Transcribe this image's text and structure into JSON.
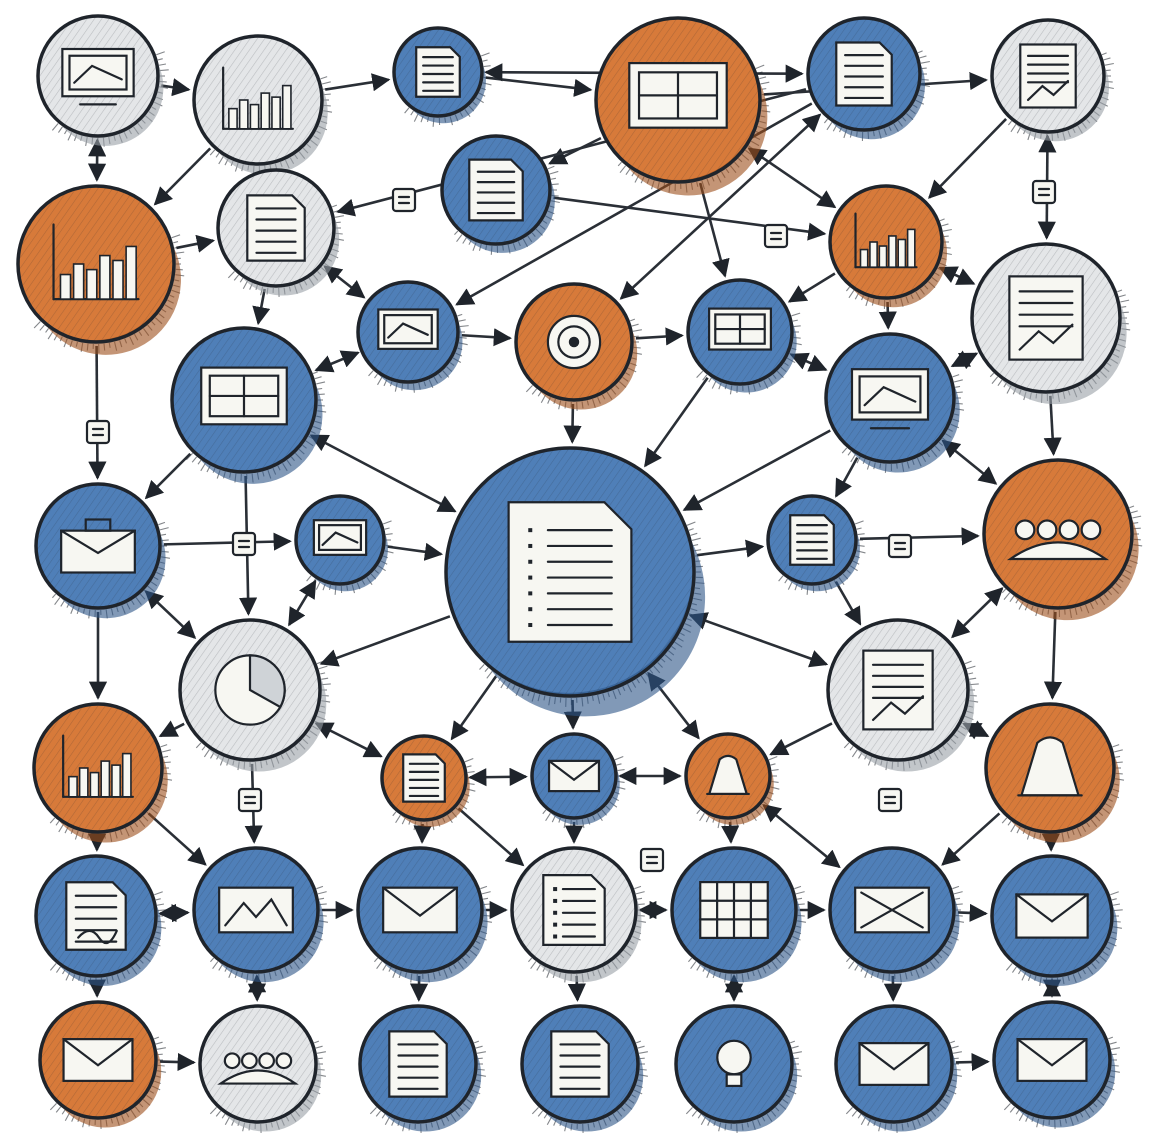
{
  "colors": {
    "blue": "#4f7fb8",
    "blue_dark": "#2d5587",
    "orange": "#d77a3a",
    "orange_dark": "#9c4e1b",
    "grey": "#e4e6e8",
    "grey_dark": "#9aa0a6",
    "ink": "#1f242b",
    "paper": "#f7f7f2"
  },
  "nodes": [
    {
      "id": "n1",
      "label": "",
      "icon": "monitor-icon",
      "color": "grey"
    },
    {
      "id": "n2",
      "label": "",
      "icon": "bar-chart-icon",
      "color": "grey"
    },
    {
      "id": "n3",
      "label": "",
      "icon": "document-icon",
      "color": "blue"
    },
    {
      "id": "n4",
      "label": "",
      "icon": "windows-icon",
      "color": "orange"
    },
    {
      "id": "n5",
      "label": "",
      "icon": "document-icon",
      "color": "blue"
    },
    {
      "id": "n6",
      "label": "",
      "icon": "report-icon",
      "color": "grey"
    },
    {
      "id": "n7",
      "label": "",
      "icon": "bar-chart-icon",
      "color": "orange"
    },
    {
      "id": "n8",
      "label": "",
      "icon": "document-icon",
      "color": "grey"
    },
    {
      "id": "n9",
      "label": "",
      "icon": "document-icon",
      "color": "blue"
    },
    {
      "id": "n10",
      "label": "",
      "icon": "bar-chart-icon",
      "color": "orange"
    },
    {
      "id": "n11",
      "label": "",
      "icon": "report-icon",
      "color": "grey"
    },
    {
      "id": "n12",
      "label": "",
      "icon": "book-icon",
      "color": "blue"
    },
    {
      "id": "n13",
      "label": "",
      "icon": "target-icon",
      "color": "orange"
    },
    {
      "id": "n14",
      "label": "",
      "icon": "form-icon",
      "color": "blue"
    },
    {
      "id": "n15",
      "label": "",
      "icon": "dashboard-icon",
      "color": "blue"
    },
    {
      "id": "n16",
      "label": "",
      "icon": "monitor-icon",
      "color": "blue"
    },
    {
      "id": "n17",
      "label": "",
      "icon": "briefcase-icon",
      "color": "blue"
    },
    {
      "id": "n18",
      "label": "",
      "icon": "tablet-icon",
      "color": "blue"
    },
    {
      "id": "n19",
      "label": "",
      "icon": "central-document-icon",
      "color": "blue"
    },
    {
      "id": "n20",
      "label": "",
      "icon": "document-icon",
      "color": "blue"
    },
    {
      "id": "n21",
      "label": "",
      "icon": "mountains-icon",
      "color": "orange"
    },
    {
      "id": "n22",
      "label": "",
      "icon": "pie-chart-icon",
      "color": "grey"
    },
    {
      "id": "n23",
      "label": "",
      "icon": "report-icon",
      "color": "grey"
    },
    {
      "id": "n24",
      "label": "",
      "icon": "bar-chart-icon",
      "color": "orange"
    },
    {
      "id": "n25",
      "label": "",
      "icon": "document-icon",
      "color": "orange"
    },
    {
      "id": "n26",
      "label": "",
      "icon": "envelope-icon",
      "color": "blue"
    },
    {
      "id": "n27",
      "label": "",
      "icon": "cone-icon",
      "color": "orange"
    },
    {
      "id": "n28",
      "label": "",
      "icon": "bell-icon",
      "color": "orange"
    },
    {
      "id": "n29",
      "label": "",
      "icon": "signed-document-icon",
      "color": "blue"
    },
    {
      "id": "n30",
      "label": "",
      "icon": "image-icon",
      "color": "blue"
    },
    {
      "id": "n31",
      "label": "",
      "icon": "envelope-icon",
      "color": "blue"
    },
    {
      "id": "n32",
      "label": "",
      "icon": "checklist-icon",
      "color": "grey"
    },
    {
      "id": "n33",
      "label": "",
      "icon": "grid-table-icon",
      "color": "blue"
    },
    {
      "id": "n34",
      "label": "",
      "icon": "crossed-image-icon",
      "color": "blue"
    },
    {
      "id": "n35",
      "label": "",
      "icon": "envelope-icon",
      "color": "blue"
    },
    {
      "id": "n36",
      "label": "",
      "icon": "envelope-icon",
      "color": "orange"
    },
    {
      "id": "n37",
      "label": "",
      "icon": "people-icon",
      "color": "grey"
    },
    {
      "id": "n38",
      "label": "",
      "icon": "document-icon",
      "color": "blue"
    },
    {
      "id": "n39",
      "label": "",
      "icon": "document-icon",
      "color": "blue"
    },
    {
      "id": "n40",
      "label": "",
      "icon": "lightbulb-icon",
      "color": "blue"
    },
    {
      "id": "n41",
      "label": "",
      "icon": "inbox-icon",
      "color": "blue"
    },
    {
      "id": "n42",
      "label": "",
      "icon": "envelope-icon",
      "color": "blue"
    }
  ],
  "edges": [
    [
      "n1",
      "n7"
    ],
    [
      "n1",
      "n2"
    ],
    [
      "n2",
      "n3"
    ],
    [
      "n2",
      "n8"
    ],
    [
      "n2",
      "n7"
    ],
    [
      "n3",
      "n4"
    ],
    [
      "n3",
      "n5"
    ],
    [
      "n4",
      "n6"
    ],
    [
      "n4",
      "n9"
    ],
    [
      "n4",
      "n10"
    ],
    [
      "n4",
      "n14"
    ],
    [
      "n5",
      "n8"
    ],
    [
      "n5",
      "n13"
    ],
    [
      "n5",
      "n12"
    ],
    [
      "n6",
      "n10"
    ],
    [
      "n6",
      "n11"
    ],
    [
      "n7",
      "n8"
    ],
    [
      "n7",
      "n17"
    ],
    [
      "n8",
      "n12"
    ],
    [
      "n8",
      "n15"
    ],
    [
      "n9",
      "n10"
    ],
    [
      "n10",
      "n11"
    ],
    [
      "n10",
      "n14"
    ],
    [
      "n10",
      "n16"
    ],
    [
      "n11",
      "n16"
    ],
    [
      "n11",
      "n21"
    ],
    [
      "n12",
      "n13"
    ],
    [
      "n12",
      "n15"
    ],
    [
      "n13",
      "n14"
    ],
    [
      "n13",
      "n19"
    ],
    [
      "n14",
      "n16"
    ],
    [
      "n14",
      "n19"
    ],
    [
      "n15",
      "n17"
    ],
    [
      "n15",
      "n19"
    ],
    [
      "n15",
      "n22"
    ],
    [
      "n16",
      "n19"
    ],
    [
      "n16",
      "n21"
    ],
    [
      "n16",
      "n20"
    ],
    [
      "n17",
      "n18"
    ],
    [
      "n17",
      "n22"
    ],
    [
      "n17",
      "n24"
    ],
    [
      "n18",
      "n19"
    ],
    [
      "n18",
      "n22"
    ],
    [
      "n19",
      "n20"
    ],
    [
      "n19",
      "n22"
    ],
    [
      "n19",
      "n23"
    ],
    [
      "n19",
      "n25"
    ],
    [
      "n19",
      "n26"
    ],
    [
      "n19",
      "n27"
    ],
    [
      "n20",
      "n21"
    ],
    [
      "n20",
      "n23"
    ],
    [
      "n21",
      "n23"
    ],
    [
      "n21",
      "n28"
    ],
    [
      "n22",
      "n24"
    ],
    [
      "n22",
      "n25"
    ],
    [
      "n22",
      "n30"
    ],
    [
      "n23",
      "n27"
    ],
    [
      "n23",
      "n28"
    ],
    [
      "n24",
      "n29"
    ],
    [
      "n24",
      "n30"
    ],
    [
      "n25",
      "n26"
    ],
    [
      "n25",
      "n31"
    ],
    [
      "n25",
      "n32"
    ],
    [
      "n26",
      "n27"
    ],
    [
      "n26",
      "n32"
    ],
    [
      "n27",
      "n33"
    ],
    [
      "n27",
      "n34"
    ],
    [
      "n28",
      "n34"
    ],
    [
      "n28",
      "n35"
    ],
    [
      "n29",
      "n30"
    ],
    [
      "n29",
      "n36"
    ],
    [
      "n30",
      "n31"
    ],
    [
      "n30",
      "n37"
    ],
    [
      "n31",
      "n32"
    ],
    [
      "n31",
      "n38"
    ],
    [
      "n32",
      "n33"
    ],
    [
      "n32",
      "n39"
    ],
    [
      "n33",
      "n34"
    ],
    [
      "n33",
      "n40"
    ],
    [
      "n34",
      "n35"
    ],
    [
      "n34",
      "n41"
    ],
    [
      "n35",
      "n42"
    ],
    [
      "n36",
      "n37"
    ],
    [
      "n41",
      "n42"
    ]
  ],
  "connectors": [
    {
      "id": "c1",
      "icon": "plug-icon"
    },
    {
      "id": "c2",
      "icon": "cloud-icon"
    },
    {
      "id": "c3",
      "icon": "tag-icon"
    },
    {
      "id": "c4",
      "icon": "plug-icon"
    },
    {
      "id": "c5",
      "icon": "plug-icon"
    },
    {
      "id": "c6",
      "icon": "tag-icon"
    },
    {
      "id": "c7",
      "icon": "plug-icon"
    },
    {
      "id": "c8",
      "icon": "plug-icon"
    },
    {
      "id": "c9",
      "icon": "plug-icon"
    }
  ]
}
